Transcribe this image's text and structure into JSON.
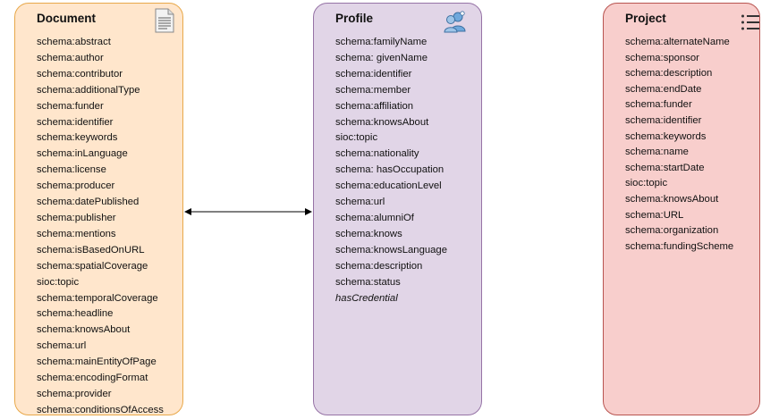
{
  "document": {
    "title": "Document",
    "icon": "document-icon",
    "items": [
      "schema:abstract",
      "schema:author",
      "schema:contributor",
      "schema:additionalType",
      "schema:funder",
      "schema:identifier",
      "schema:keywords",
      "schema:inLanguage",
      "schema:license",
      "schema:producer",
      "schema:datePublished",
      "schema:publisher",
      "schema:mentions",
      "schema:isBasedOnURL",
      "schema:spatialCoverage",
      "sioc:topic",
      "schema:temporalCoverage",
      "schema:headline",
      "schema:knowsAbout",
      "schema:url",
      "schema:mainEntityOfPage",
      "schema:encodingFormat",
      "schema:provider",
      "schema:conditionsOfAccess"
    ]
  },
  "profile": {
    "title": "Profile",
    "icon": "users-icon",
    "items": [
      "schema:familyName",
      "schema: givenName",
      "schema:identifier",
      "schema:member",
      "schema:affiliation",
      "schema:knowsAbout",
      "sioc:topic",
      "schema:nationality",
      "schema: hasOccupation",
      "schema:educationLevel",
      "schema:url",
      "schema:alumniOf",
      "schema:knows",
      "schema:knowsLanguage",
      "schema:description",
      "schema:status"
    ],
    "italic_item": "hasCredential"
  },
  "project": {
    "title": "Project",
    "icon": "list-icon",
    "items": [
      "schema:alternateName",
      "schema:sponsor",
      "schema:description",
      "schema:endDate",
      "schema:funder",
      "schema:identifier",
      "schema:keywords",
      "schema:name",
      "schema:startDate",
      "sioc:topic",
      "schema:knowsAbout",
      "schema:URL",
      "schema:organization",
      "schema:fundingScheme"
    ]
  },
  "colors": {
    "document_fill": "#ffe6cc",
    "document_stroke": "#e8a84a",
    "profile_fill": "#e1d5e7",
    "profile_stroke": "#9673a6",
    "project_fill": "#f8cecc",
    "project_stroke": "#b85450",
    "arrow": "#000000"
  },
  "connector": {
    "from": "document",
    "to": "profile",
    "type": "bidirectional-arrow"
  }
}
